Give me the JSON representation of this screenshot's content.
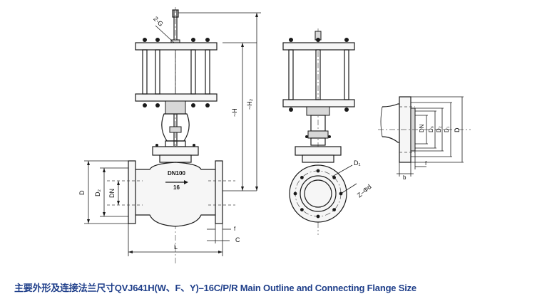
{
  "labels": {
    "port": "2-G",
    "dn_marking": "DN100",
    "pn_marking": "16",
    "h": "~H",
    "h2": "~H₂",
    "d_front": "D",
    "d2_front": "D₂",
    "dn_front": "DN",
    "f_front": "f",
    "c_front": "C",
    "l_front": "L",
    "d1_side": "D₁",
    "zd_side": "Z–Φd",
    "dn_flange": "DN",
    "d6_flange": "D₆",
    "d2_flange": "D₂",
    "d1_flange": "D₁",
    "d_flange": "D",
    "f_flange": "f",
    "b_flange": "b"
  },
  "caption": "主要外形及连接法兰尺寸QVJ641H(W、F、Y)–16C/P/R Main Outline and Connecting Flange Size",
  "colors": {
    "line": "#1a1a1a",
    "caption": "#1f3f8a"
  }
}
